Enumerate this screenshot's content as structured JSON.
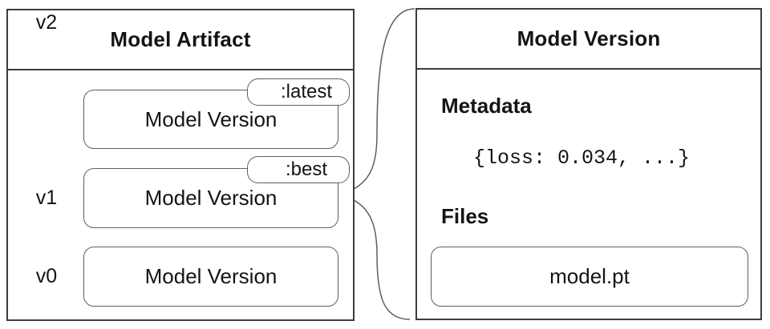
{
  "left_panel": {
    "title": "Model Artifact",
    "rows": [
      {
        "version": "v2",
        "label": "Model Version",
        "tag": ":latest"
      },
      {
        "version": "v1",
        "label": "Model Version",
        "tag": ":best"
      },
      {
        "version": "v0",
        "label": "Model Version"
      }
    ]
  },
  "right_panel": {
    "title": "Model Version",
    "metadata_heading": "Metadata",
    "metadata_value": "{loss: 0.034, ...}",
    "files_heading": "Files",
    "file_name": "model.pt"
  },
  "colors": {
    "panel_border": "#3c3c3c",
    "box_border": "#5f5f5f",
    "connector": "#5f5f5f",
    "background": "#ffffff",
    "text": "#141414"
  }
}
